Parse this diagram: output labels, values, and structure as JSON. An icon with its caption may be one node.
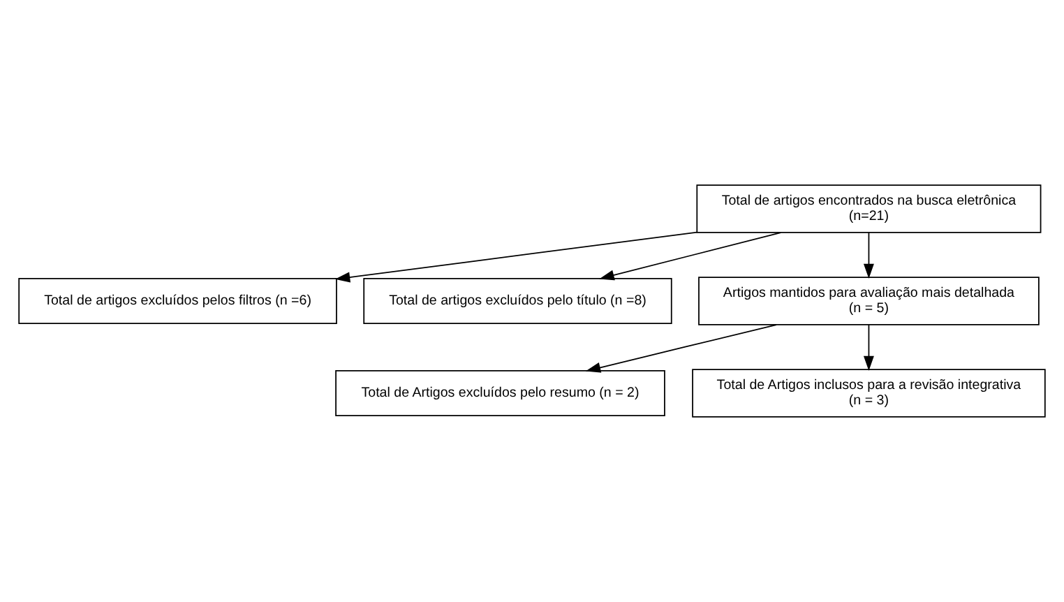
{
  "diagram": {
    "nodes": [
      {
        "text": [
          "Total de artigos encontrados na busca eletrônica",
          "(n=21)"
        ]
      },
      {
        "text": [
          "Total de artigos excluídos pelos filtros (n =6)"
        ]
      },
      {
        "text": [
          "Total de artigos excluídos pelo título (n =8)"
        ]
      },
      {
        "text": [
          "Artigos mantidos para avaliação mais detalhada",
          "(n = 5)"
        ]
      },
      {
        "text": [
          "Total de Artigos excluídos pelo resumo (n = 2)"
        ]
      },
      {
        "text": [
          "Total de Artigos inclusos para a revisão integrativa",
          "(n = 3)"
        ]
      }
    ],
    "edges": [
      {
        "from": 0,
        "to": 1,
        "arrow": "to"
      },
      {
        "from": 0,
        "to": 2,
        "arrow": "to"
      },
      {
        "from": 0,
        "to": 3,
        "arrow": "to"
      },
      {
        "from": 3,
        "to": 4,
        "arrow": "to"
      },
      {
        "from": 3,
        "to": 5,
        "arrow": "to"
      }
    ]
  }
}
